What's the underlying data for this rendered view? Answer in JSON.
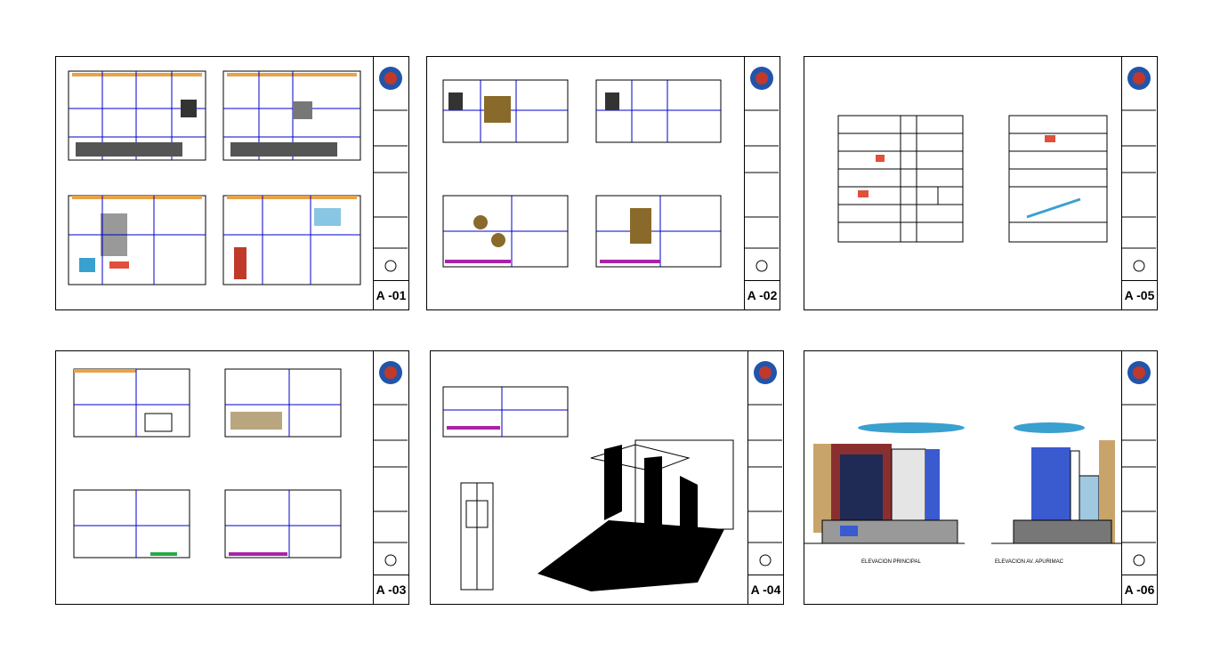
{
  "sheets": [
    {
      "code": "A -01"
    },
    {
      "code": "A -02"
    },
    {
      "code": "A -05"
    },
    {
      "code": "A -03"
    },
    {
      "code": "A -04"
    },
    {
      "code": "A -06"
    }
  ],
  "elevations": {
    "main_title": "ELEVACION PRINCIPAL",
    "side_title": "ELEVACION AV. APURIMAC"
  },
  "icons": {
    "seal": "university-seal-icon",
    "north": "north-arrow-icon"
  }
}
